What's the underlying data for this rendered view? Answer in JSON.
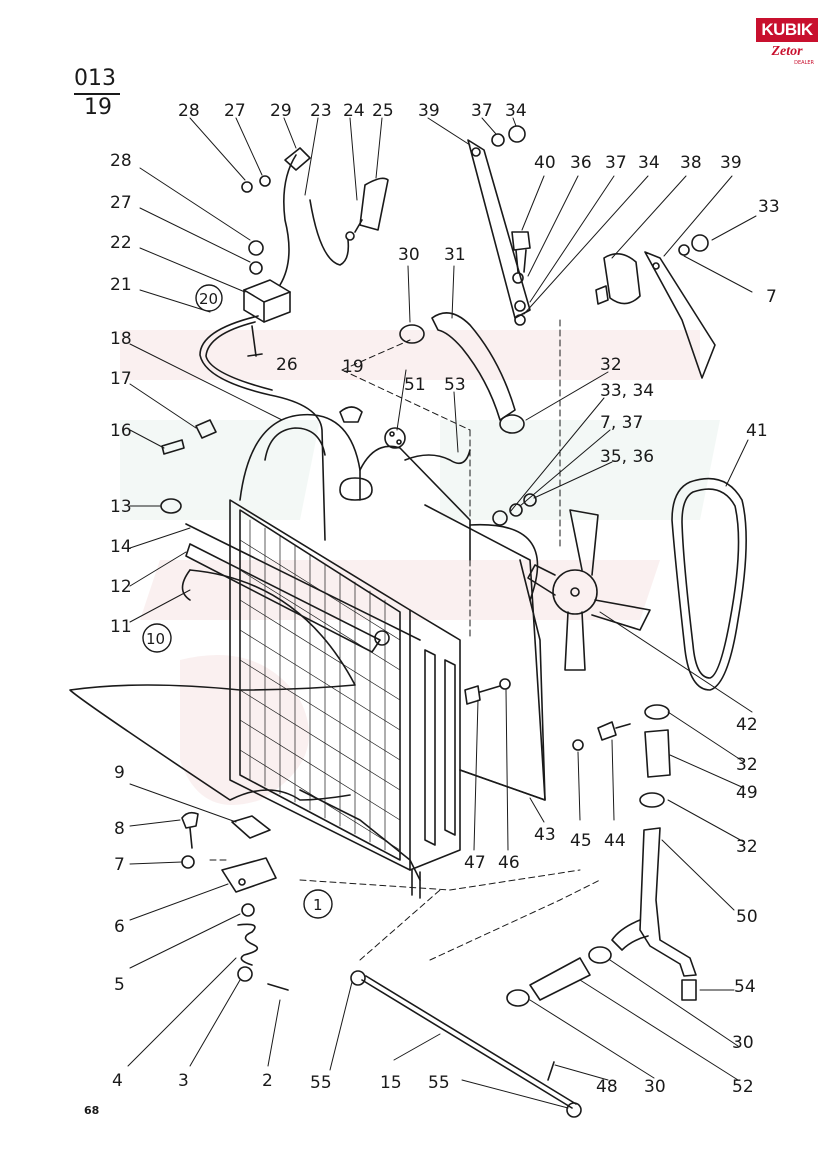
{
  "brand": {
    "name": "KUBIK",
    "sub": "Zetor",
    "tiny": "DEALER"
  },
  "diagram_code": {
    "top": "013",
    "bottom": "19"
  },
  "page_number": "68",
  "watermark": {
    "text": "KUBIK",
    "color": "#f2d6d6"
  },
  "colors": {
    "line": "#1a1a1a",
    "brand": "#c8102e"
  },
  "labels": [
    {
      "id": "l28a",
      "text": "28"
    },
    {
      "id": "l27a",
      "text": "27"
    },
    {
      "id": "l29",
      "text": "29"
    },
    {
      "id": "l23",
      "text": "23"
    },
    {
      "id": "l24",
      "text": "24"
    },
    {
      "id": "l25",
      "text": "25"
    },
    {
      "id": "l39a",
      "text": "39"
    },
    {
      "id": "l37a",
      "text": "37"
    },
    {
      "id": "l34a",
      "text": "34"
    },
    {
      "id": "l28b",
      "text": "28"
    },
    {
      "id": "l40",
      "text": "40"
    },
    {
      "id": "l36a",
      "text": "36"
    },
    {
      "id": "l37b",
      "text": "37"
    },
    {
      "id": "l34b",
      "text": "34"
    },
    {
      "id": "l38",
      "text": "38"
    },
    {
      "id": "l39b",
      "text": "39"
    },
    {
      "id": "l27b",
      "text": "27"
    },
    {
      "id": "l33a",
      "text": "33"
    },
    {
      "id": "l22",
      "text": "22"
    },
    {
      "id": "l30a",
      "text": "30"
    },
    {
      "id": "l31",
      "text": "31"
    },
    {
      "id": "l21",
      "text": "21"
    },
    {
      "id": "l7a",
      "text": "7"
    },
    {
      "id": "c20",
      "text": "20"
    },
    {
      "id": "l26",
      "text": "26"
    },
    {
      "id": "l18",
      "text": "18"
    },
    {
      "id": "l19",
      "text": "19"
    },
    {
      "id": "l32a",
      "text": "32"
    },
    {
      "id": "l51",
      "text": "51"
    },
    {
      "id": "l53",
      "text": "53"
    },
    {
      "id": "l17",
      "text": "17"
    },
    {
      "id": "l3334",
      "text": "33, 34"
    },
    {
      "id": "l737",
      "text": "7, 37"
    },
    {
      "id": "l16",
      "text": "16"
    },
    {
      "id": "l41",
      "text": "41"
    },
    {
      "id": "l3536",
      "text": "35, 36"
    },
    {
      "id": "l13",
      "text": "13"
    },
    {
      "id": "l14",
      "text": "14"
    },
    {
      "id": "l12",
      "text": "12"
    },
    {
      "id": "l11",
      "text": "11"
    },
    {
      "id": "c10",
      "text": "10"
    },
    {
      "id": "l42",
      "text": "42"
    },
    {
      "id": "l32b",
      "text": "32"
    },
    {
      "id": "l9",
      "text": "9"
    },
    {
      "id": "l49",
      "text": "49"
    },
    {
      "id": "l8",
      "text": "8"
    },
    {
      "id": "l32c",
      "text": "32"
    },
    {
      "id": "l7b",
      "text": "7"
    },
    {
      "id": "l47",
      "text": "47"
    },
    {
      "id": "l46",
      "text": "46"
    },
    {
      "id": "l43",
      "text": "43"
    },
    {
      "id": "l45",
      "text": "45"
    },
    {
      "id": "l44",
      "text": "44"
    },
    {
      "id": "l6",
      "text": "6"
    },
    {
      "id": "c1",
      "text": "1"
    },
    {
      "id": "l50",
      "text": "50"
    },
    {
      "id": "l5",
      "text": "5"
    },
    {
      "id": "l54",
      "text": "54"
    },
    {
      "id": "l30b",
      "text": "30"
    },
    {
      "id": "l4",
      "text": "4"
    },
    {
      "id": "l3",
      "text": "3"
    },
    {
      "id": "l2",
      "text": "2"
    },
    {
      "id": "l55a",
      "text": "55"
    },
    {
      "id": "l15",
      "text": "15"
    },
    {
      "id": "l48",
      "text": "48"
    },
    {
      "id": "l30c",
      "text": "30"
    },
    {
      "id": "l52",
      "text": "52"
    },
    {
      "id": "l55b",
      "text": "55"
    }
  ]
}
